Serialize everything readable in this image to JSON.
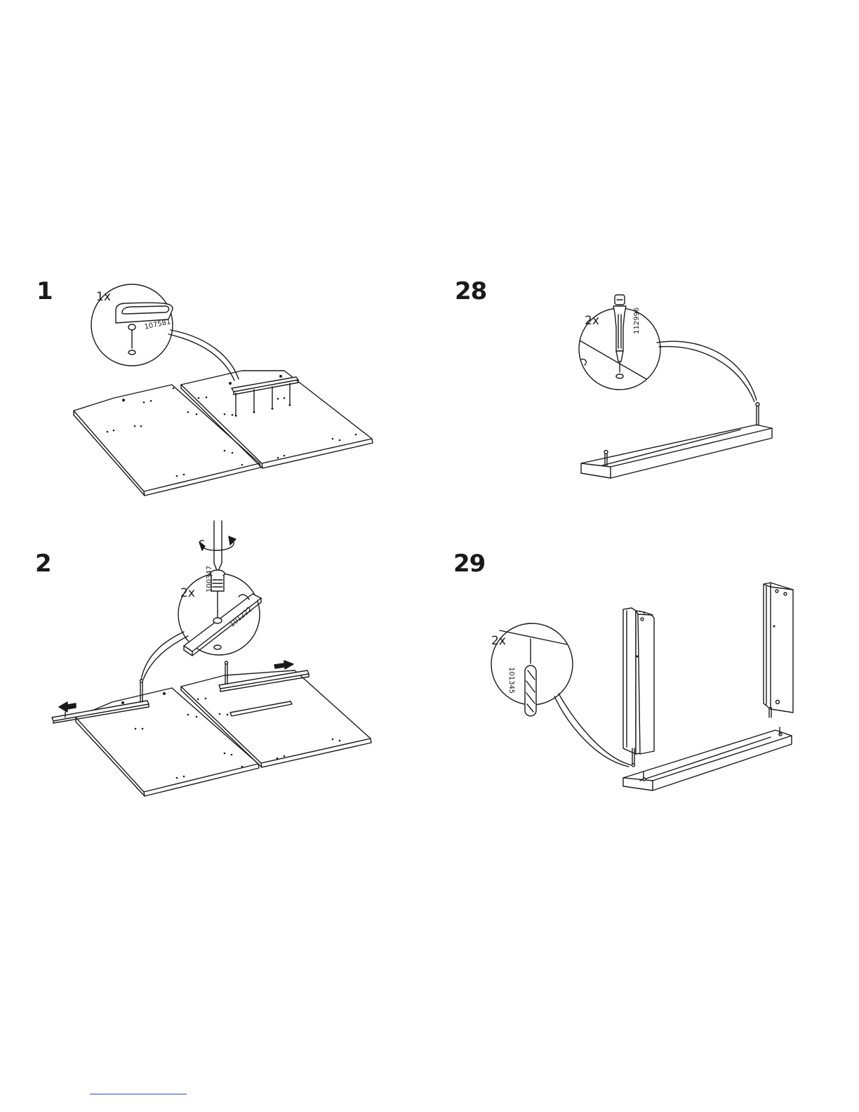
{
  "steps": [
    {
      "number": "1",
      "quantity": "1x",
      "part_numbers": [
        "107581"
      ]
    },
    {
      "number": "28",
      "quantity": "2x",
      "part_numbers": [
        "112996"
      ]
    },
    {
      "number": "2",
      "quantity": "2x",
      "part_numbers": [
        "100347",
        "101222"
      ]
    },
    {
      "number": "29",
      "quantity": "2x",
      "part_numbers": [
        "101345"
      ]
    }
  ],
  "colors": {
    "line": "#1a1a1a",
    "paper": "#ffffff",
    "footer_rule": "#2d47c8"
  }
}
